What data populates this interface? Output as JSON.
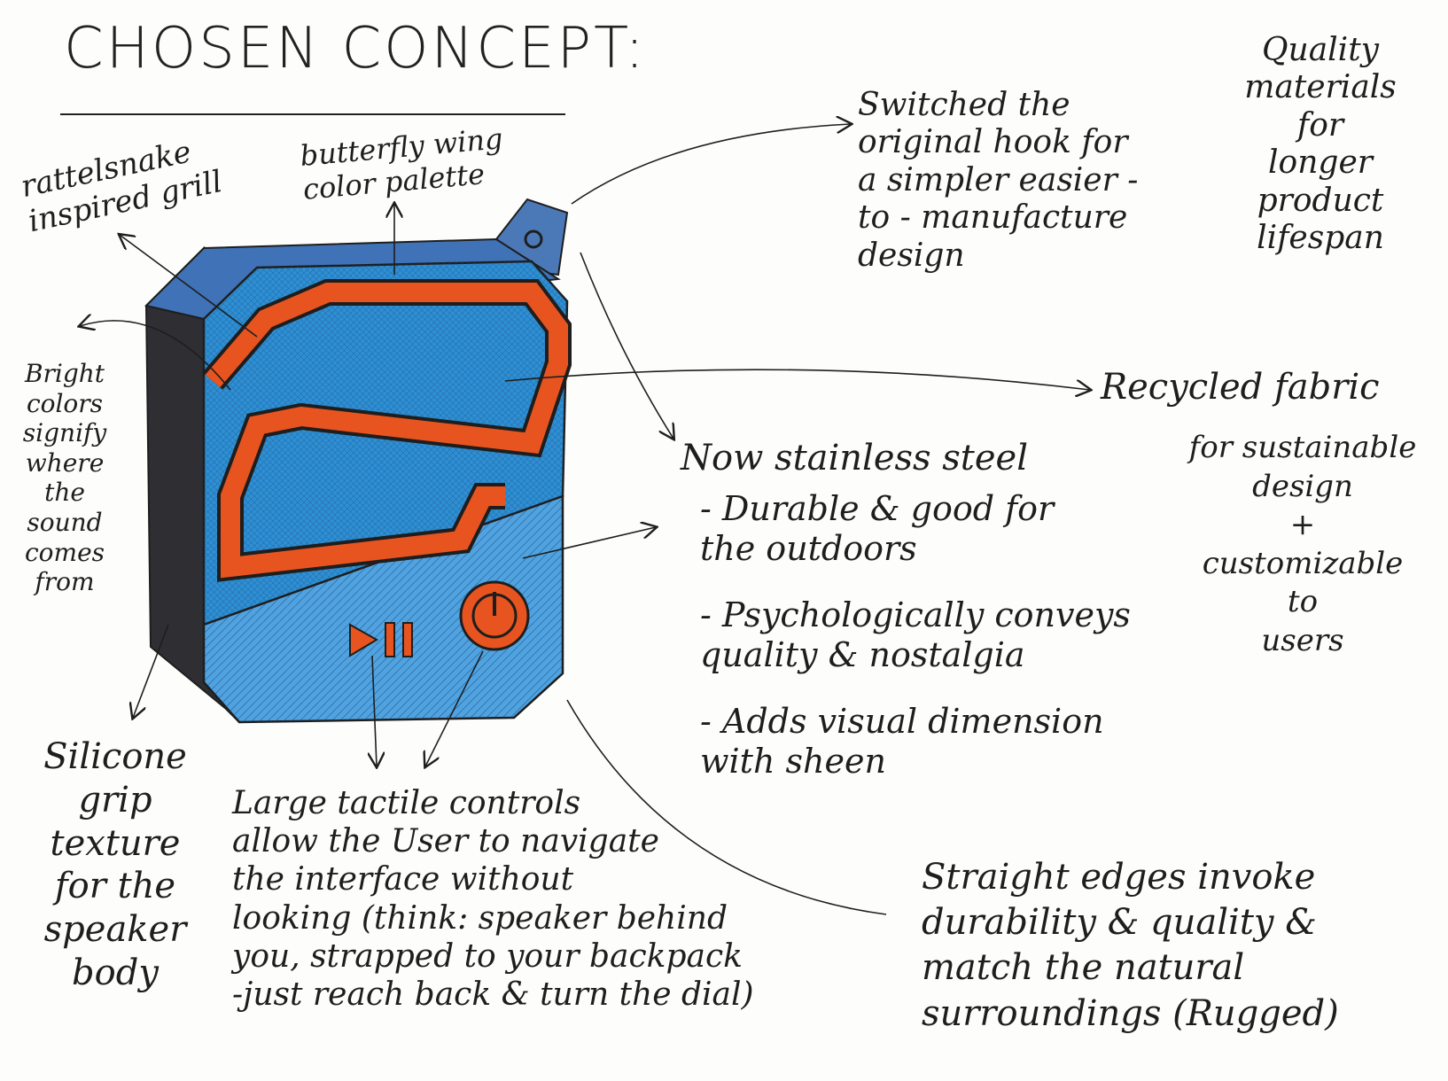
{
  "title": "CHOSEN CONCEPT:",
  "annotations": {
    "grill": "rattelsnake\ninspired grill",
    "palette": "butterfly wing\ncolor palette",
    "hook": "Switched the\noriginal hook for\na simpler easier -\nto - manufacture\ndesign",
    "materials": "Quality\nmaterials\nfor\nlonger\nproduct\nlifespan",
    "bright": "Bright\ncolors\nsignify\nwhere\nthe sound\ncomes\nfrom",
    "fabric": "Recycled fabric",
    "fabric_sub": "for sustainable\ndesign\n+\ncustomizable\nto\nusers",
    "steel_head": "Now stainless steel",
    "steel_1": "- Durable & good for\n  the outdoors",
    "steel_2": "- Psychologically conveys\n  quality & nostalgia",
    "steel_3": "- Adds visual dimension\n  with sheen",
    "silicone": "Silicone\ngrip\ntexture\nfor the\nspeaker\nbody",
    "controls": "Large tactile controls\nallow the User to navigate\nthe interface without\nlooking (think: speaker behind\nyou, strapped to your backpack\n-just reach back & turn the dial)",
    "edges": "Straight edges invoke\ndurability & quality &\nmatch the natural\nsurroundings (Rugged)"
  },
  "colors": {
    "speaker_blue": "#2e8fd4",
    "speaker_blue_light": "#4fa3e0",
    "steel_blue": "#4b79b8",
    "grill_orange": "#e8541f",
    "body_dark": "#2f2f33",
    "ink": "#1e1e1e"
  }
}
